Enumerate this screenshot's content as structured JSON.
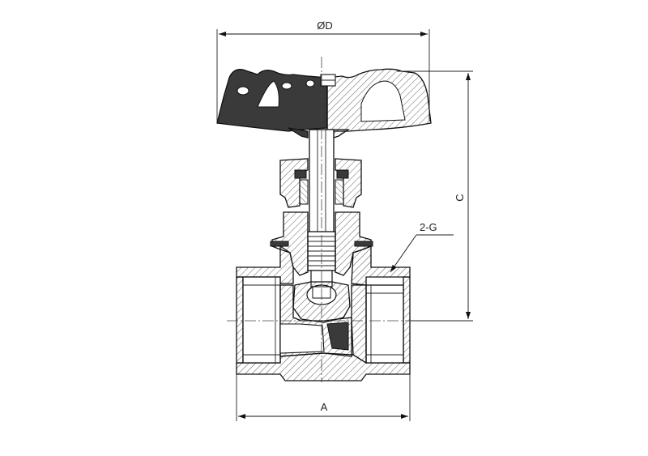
{
  "drawing": {
    "dimensions": {
      "diameter_label": "ØD",
      "height_label": "C",
      "length_label": "A",
      "thread_label": "2-G"
    }
  },
  "colors": {
    "line": "#111111",
    "hatch": "#333333",
    "dark_fill": "#3a3a3a",
    "background": "#ffffff"
  }
}
